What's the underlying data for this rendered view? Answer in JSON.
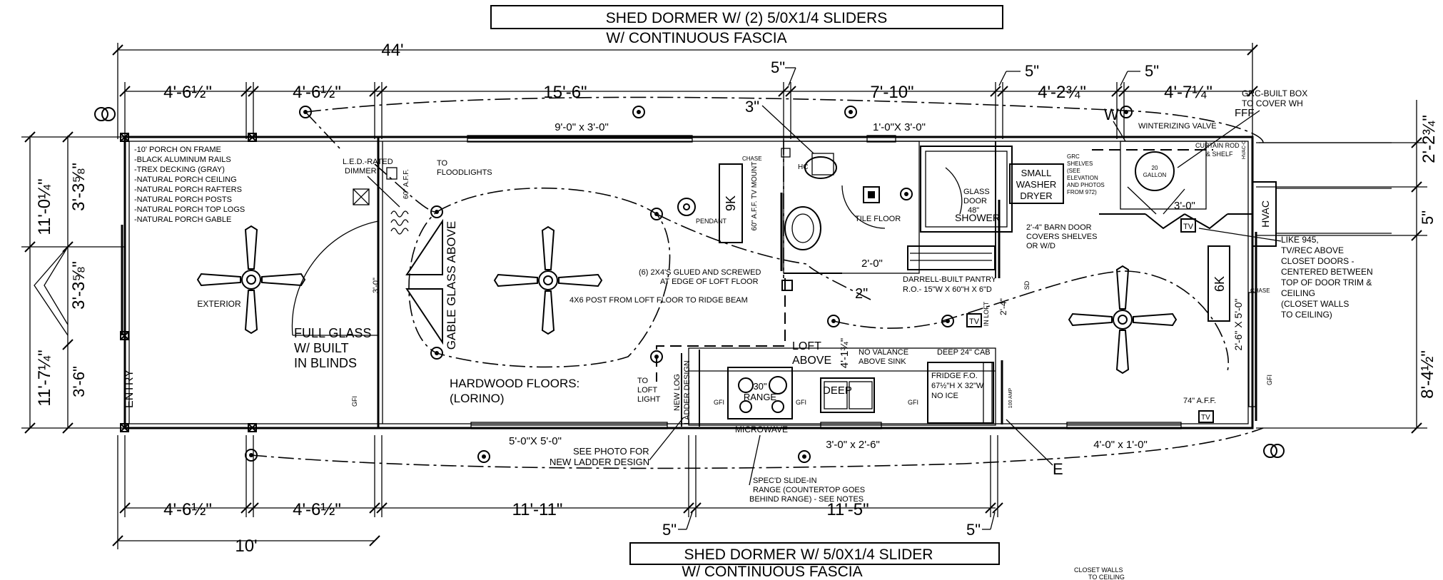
{
  "titles": {
    "top_line1": "SHED DORMER W/ (2) 5/0X1/4 SLIDERS",
    "top_line2": "W/ CONTINUOUS FASCIA",
    "bottom_line1": "SHED DORMER W/ 5/0X1/4 SLIDER",
    "bottom_line2": "W/ CONTINUOUS FASCIA"
  },
  "dims_top": {
    "overall": "44'",
    "seg1": "4'-6½\"",
    "seg2": "4'-6½\"",
    "seg3": "15'-6\"",
    "seg4": "7'-10\"",
    "seg5": "4'-2¾\"",
    "seg6": "4'-7¼\"",
    "five_a": "5\"",
    "five_b": "5\"",
    "five_c": "5\"",
    "three": "3\""
  },
  "dims_bottom": {
    "seg1": "4'-6½\"",
    "seg2": "4'-6½\"",
    "seg3": "11'-11\"",
    "seg4": "11'-5\"",
    "five_a": "5\"",
    "five_b": "5\"",
    "overall_porch": "10'"
  },
  "dims_left": {
    "overall_top": "11'-0¼\"",
    "overall_bottom": "11'-7¼\"",
    "a": "3'-3⅝\"",
    "b": "3'-3⅝\"",
    "c": "3'-6\""
  },
  "dims_right": {
    "a": "2'-2¾\"",
    "b": "5\"",
    "c": "8'-4½\""
  },
  "windows": {
    "w1": "9'-0\" x 3'-0\"",
    "w2": "1'-0\"X 3'-0\"",
    "w3": "5'-0\"X 5'-0\"",
    "w4": "3'-0\" x 2'-6\"",
    "w5": "4'-0\" x 1'-0\"",
    "w6": "2'-6\" X 5'-0\""
  },
  "porch_notes": [
    "-10' PORCH ON FRAME",
    "-BLACK ALUMINUM RAILS",
    "-TREX DECKING (GRAY)",
    "-NATURAL PORCH CEILING",
    "-NATURAL PORCH RAFTERS",
    "-NATURAL PORCH POSTS",
    "-NATURAL PORCH TOP LOGS",
    "-NATURAL PORCH GABLE"
  ],
  "labels": {
    "exterior": "EXTERIOR",
    "entry": "ENTRY",
    "full_glass": [
      "FULL GLASS",
      "W/ BUILT",
      "IN BLINDS"
    ],
    "led_dimmer": [
      "L.E.D.-RATED",
      "DIMMER"
    ],
    "to_floodlights": [
      "TO",
      "FLOODLIGHTS"
    ],
    "aff60": "60\" A.F.F.",
    "gable_glass": "GABLE GLASS ABOVE",
    "three_zero": "3'-0\"",
    "pendant": "PENDANT",
    "nine_k": "9K",
    "tv_mount": "60\" A.F.F. TV MOUNT",
    "chase": "CHASE",
    "hc": "HC",
    "tile_floor": "TILE FLOOR",
    "shower": "SHOWER",
    "glass_door": [
      "GLASS",
      "DOOR",
      "48\""
    ],
    "washer": [
      "SMALL",
      "WASHER",
      "DRYER"
    ],
    "grc_shelves": [
      "GRC",
      "SHELVES",
      "(SEE",
      "ELEVATION",
      "AND PHOTOS",
      "FROM 972)"
    ],
    "winterizing": "WINTERIZING VALVE",
    "water_heater": [
      "20",
      "GALLON"
    ],
    "curtain": [
      "CURTAIN ROD",
      "& SHELF"
    ],
    "grc_box": [
      "GRC-BUILT BOX",
      "TO COVER WH"
    ],
    "fff": "FFF",
    "w_mark": "W",
    "hvac": "HVAC",
    "hvac_c": "HVAC-C",
    "three_zero_b": "3'-0\"",
    "barn_door": [
      "2'-4\" BARN DOOR",
      "COVERS SHELVES",
      "OR W/D"
    ],
    "two_zero": "2'-0\"",
    "two_in": "2\"",
    "glued": [
      "(6) 2X4'S GLUED AND SCREWED",
      "AT EDGE OF LOFT FLOOR"
    ],
    "post": "4X6 POST FROM LOFT FLOOR TO RIDGE BEAM",
    "pantry": [
      "DARRELL-BUILT PANTRY",
      "R.O.- 15\"W X 60\"H X 6\"D"
    ],
    "sd": "SD",
    "two_four": "2'-4\"",
    "in_loft": "IN LOFT",
    "like945": [
      "LIKE 945,",
      "TV/REC ABOVE",
      "CLOSET DOORS -",
      "CENTERED BETWEEN",
      "TOP OF DOOR TRIM &",
      "CEILING",
      "(CLOSET WALLS",
      "TO CEILING)"
    ],
    "chase2": "CHASE",
    "six_k": "6K",
    "tv": "TV",
    "loft_above": [
      "LOFT",
      "ABOVE"
    ],
    "four_one": "4'-1¾\"",
    "no_valance": [
      "NO VALANCE",
      "ABOVE SINK"
    ],
    "deep_cab": "DEEP 24\" CAB",
    "fridge": [
      "FRIDGE F.O.",
      "67½\"H X 32\"W",
      "NO ICE"
    ],
    "hardwood": [
      "HARDWOOD FLOORS:",
      "(LORINO)"
    ],
    "to_loft_light": [
      "TO",
      "LOFT",
      "LIGHT"
    ],
    "ladder": [
      "NEW LOG",
      "LADDER DESIGN"
    ],
    "range": [
      "30\"",
      "RANGE"
    ],
    "deep": "DEEP",
    "microwave": "MICROWAVE",
    "hundred_amp": "100 AMP",
    "aff74": "74\" A.F.F.",
    "see_photo": [
      "SEE PHOTO FOR",
      "NEW LADDER DESIGN"
    ],
    "specd": [
      "SPEC'D SLIDE-IN",
      "RANGE (COUNTERTOP GOES",
      "BEHIND RANGE) - SEE NOTES"
    ],
    "e_mark": "E",
    "closet_walls_bottom": [
      "CLOSET WALLS",
      "TO CEILING"
    ],
    "gfi": "GFI"
  }
}
